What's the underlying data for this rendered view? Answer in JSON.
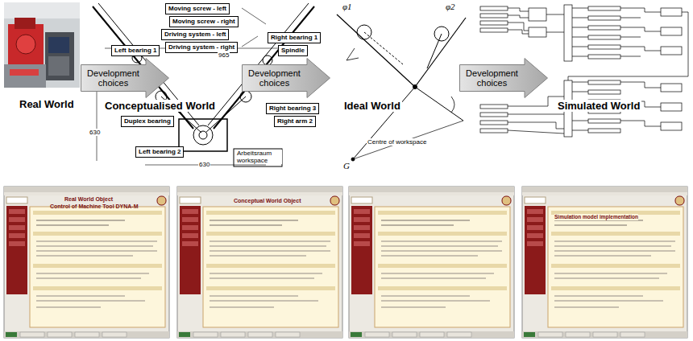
{
  "diagram": {
    "nodes": [
      {
        "text": [
          "Development choices"
        ]
      },
      {
        "text": [
          "Development choices"
        ]
      },
      {
        "text": [
          "Development choices"
        ]
      },
      {
        "text": [
          "Moving screw - left"
        ]
      },
      {
        "text": [
          "Moving screw - right"
        ]
      },
      {
        "text": [
          "Driving system - left"
        ]
      },
      {
        "text": [
          "Driving system - right"
        ]
      },
      {
        "text": [
          "Left bearing 1"
        ]
      },
      {
        "text": [
          "Right bearing 1"
        ]
      },
      {
        "text": [
          "Spindle"
        ]
      },
      {
        "text": [
          "Right bearing 3"
        ]
      },
      {
        "text": [
          "Right arm 2"
        ]
      },
      {
        "text": [
          "Duplex bearing"
        ]
      },
      {
        "text": [
          "Left bearing 2"
        ]
      }
    ],
    "labels": [
      "Real World",
      "Conceptualised World",
      "Ideal World",
      "Simulated World",
      "965",
      "630",
      "630",
      "Arbeitsraum workspace",
      "φ1",
      "φ2",
      "Centre of workspace",
      "G",
      "Real World Object",
      "Control of Machine Tool DYNA-M",
      "Conceptual World Object",
      "Simulation model implementation"
    ]
  }
}
